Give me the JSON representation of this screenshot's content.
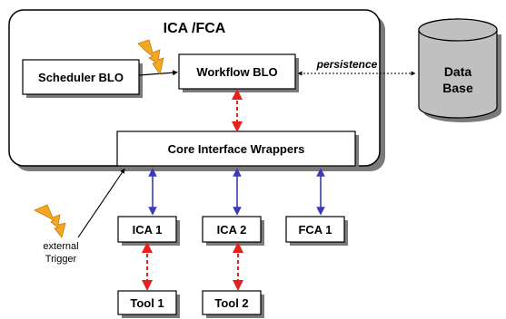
{
  "container": {
    "title": "ICA /FCA"
  },
  "boxes": {
    "scheduler": "Scheduler BLO",
    "workflow": "Workflow BLO",
    "core": "Core Interface Wrappers",
    "ica1": "ICA 1",
    "ica2": "ICA 2",
    "fca1": "FCA 1",
    "tool1": "Tool 1",
    "tool2": "Tool 2"
  },
  "database": {
    "line1": "Data",
    "line2": "Base"
  },
  "labels": {
    "persistence": "persistence",
    "trigger_line1": "external",
    "trigger_line2": "Trigger"
  },
  "colors": {
    "red_arrow": "#e8201c",
    "blue_arrow": "#3a3ab4",
    "lightning": "#f5a623",
    "shadow": "#7a7a7a",
    "db_fill": "#c0c0c0"
  },
  "icons": [
    "lightning-bolt-icon",
    "lightning-bolt-icon",
    "database-cylinder-icon"
  ]
}
